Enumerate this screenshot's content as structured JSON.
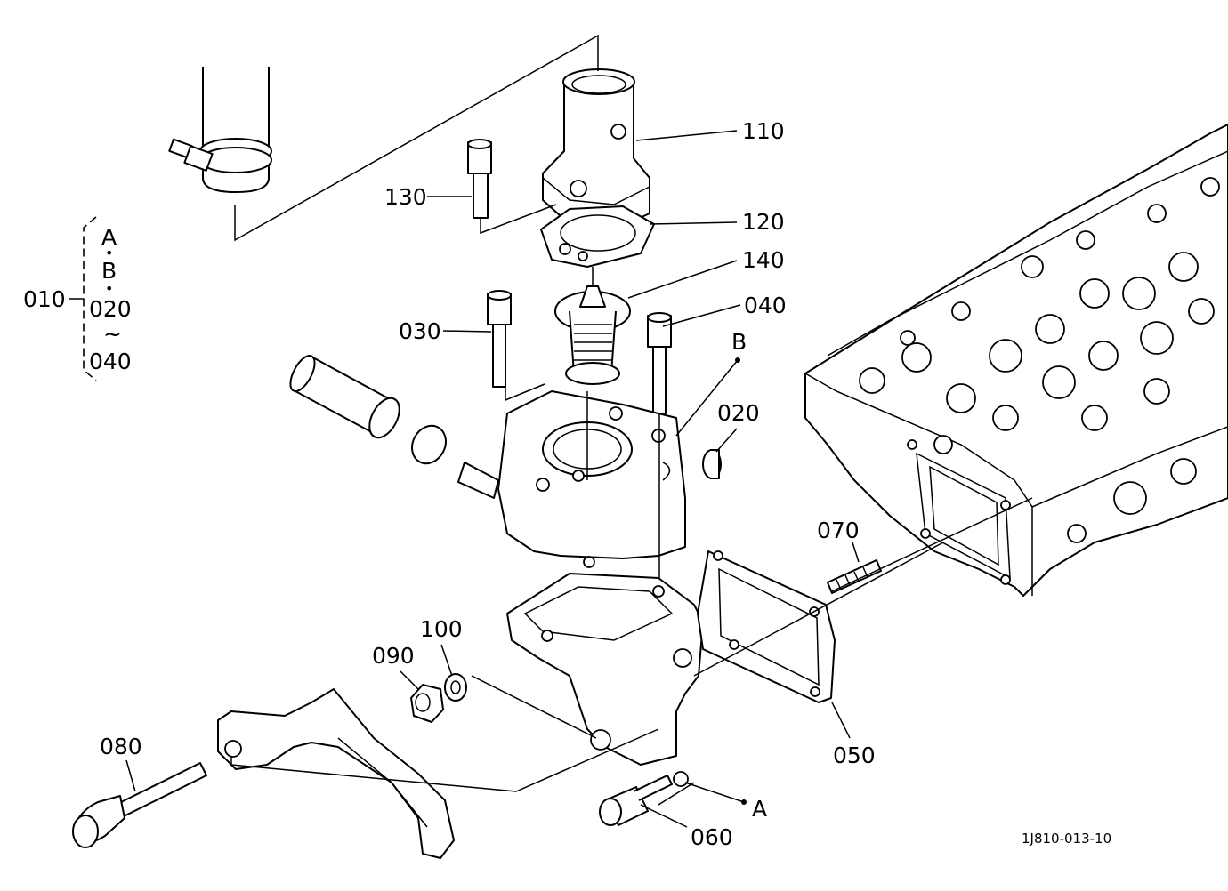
{
  "callouts": {
    "p010": "010",
    "p020": "020",
    "p030": "030",
    "p040": "040",
    "p050": "050",
    "p060": "060",
    "p070": "070",
    "p080": "080",
    "p090": "090",
    "p100": "100",
    "p110": "110",
    "p120": "120",
    "p130": "130",
    "p140": "140"
  },
  "reference_marks": {
    "a": "A",
    "b": "B"
  },
  "kit_group": {
    "line1": "A",
    "dot1": "•",
    "line2": "B",
    "dot2": "•",
    "line3": "020",
    "tilde": "~",
    "line4": "040"
  },
  "drawing_code": "1J810-013-10"
}
